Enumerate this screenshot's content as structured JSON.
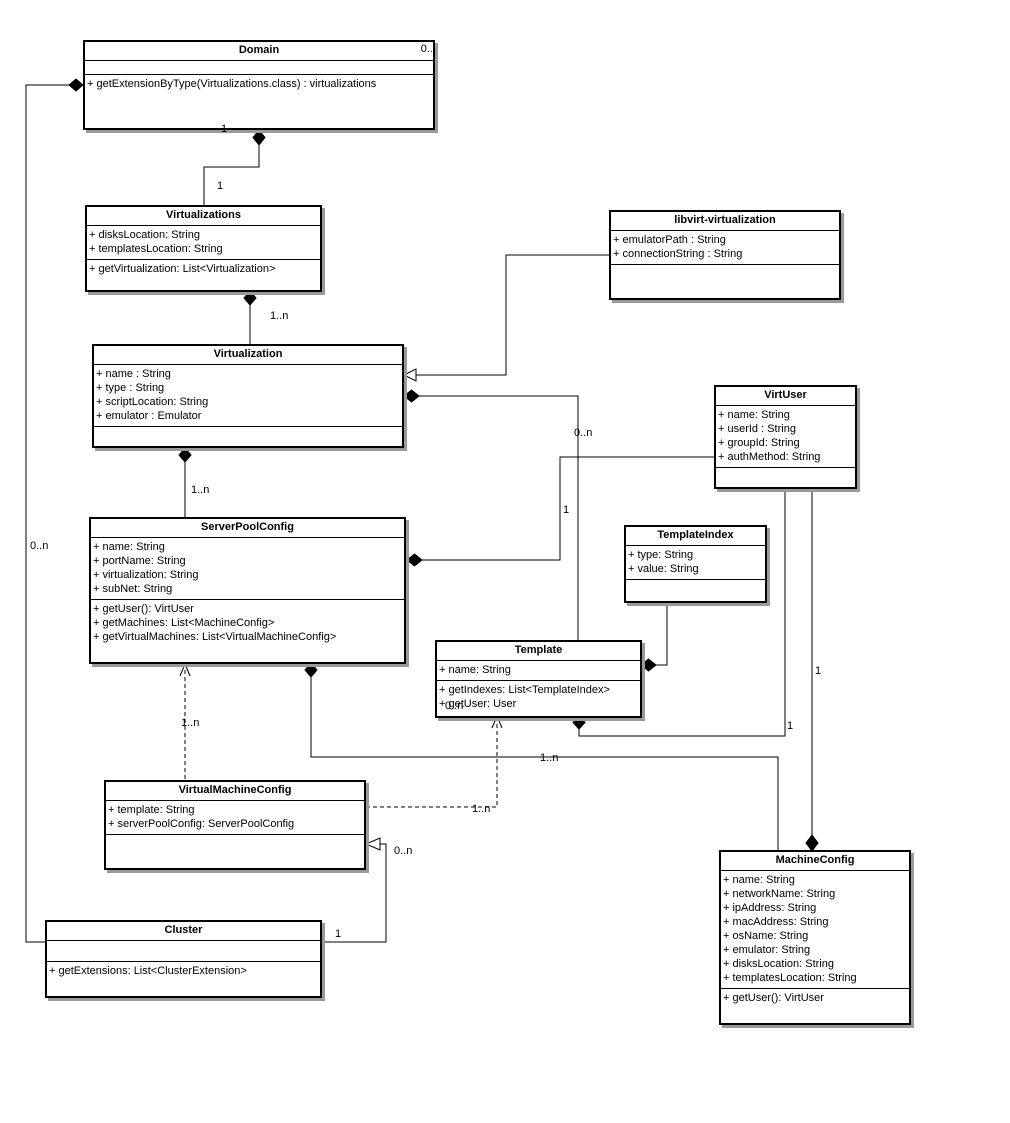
{
  "classes": {
    "domain": {
      "name": "Domain",
      "multiplicity": "0..",
      "attributes": [],
      "methods": [
        "+ getExtensionByType(Virtualizations.class) : virtualizations"
      ]
    },
    "virtualizations": {
      "name": "Virtualizations",
      "attributes": [
        "+ disksLocation: String",
        "+ templatesLocation: String"
      ],
      "methods": [
        "+ getVirtualization: List<Virtualization>"
      ]
    },
    "libvirt": {
      "name": "libvirt-virtualization",
      "attributes": [
        "+ emulatorPath : String",
        "+ connectionString : String"
      ],
      "methods": []
    },
    "virtualization": {
      "name": "Virtualization",
      "attributes": [
        "+ name : String",
        "+ type : String",
        "+ scriptLocation: String",
        "+ emulator : Emulator"
      ],
      "methods": []
    },
    "virtuser": {
      "name": "VirtUser",
      "attributes": [
        "+ name: String",
        "+ userId : String",
        "+ groupId: String",
        "+ authMethod: String"
      ],
      "methods": []
    },
    "serverpool": {
      "name": "ServerPoolConfig",
      "attributes": [
        "+ name: String",
        "+ portName: String",
        "+ virtualization: String",
        "+ subNet: String"
      ],
      "methods": [
        "+ getUser(): VirtUser",
        "+ getMachines: List<MachineConfig>",
        "+ getVirtualMachines: List<VirtualMachineConfig>"
      ]
    },
    "templateindex": {
      "name": "TemplateIndex",
      "attributes": [
        "+ type: String",
        "+ value: String"
      ],
      "methods": []
    },
    "template": {
      "name": "Template",
      "attributes": [
        "+ name: String"
      ],
      "methods": [
        "+ getIndexes: List<TemplateIndex>",
        "+ getUser: User"
      ]
    },
    "vmconfig": {
      "name": "VirtualMachineConfig",
      "attributes": [
        "+ template: String",
        "+ serverPoolConfig: ServerPoolConfig"
      ],
      "methods": []
    },
    "cluster": {
      "name": "Cluster",
      "attributes": [],
      "methods": [
        "+ getExtensions: List<ClusterExtension>"
      ]
    },
    "machineconfig": {
      "name": "MachineConfig",
      "attributes": [
        "+ name: String",
        "+ networkName: String",
        "+ ipAddress: String",
        "+ macAddress: String",
        "+ osName: String",
        "+ emulator: String",
        "+ disksLocation: String",
        "+ templatesLocation: String"
      ],
      "methods": [
        "+ getUser(): VirtUser"
      ]
    }
  },
  "multiplicities": {
    "domain_virt_domain_end": "1",
    "domain_virt_virt_end": "1",
    "virts_virt": "1..n",
    "virt_serverpool": "1..n",
    "virt_template": "0..n",
    "virtuser_serverpool": "1",
    "domain_cluster": "0..n",
    "serverpool_vmconfig": "1..n",
    "template_index": "0..n",
    "template_virtuser": "1",
    "vmconfig_template": "1..n",
    "serverpool_machine": "1..n",
    "virtuser_machine": "1",
    "vmconfig_cluster_top": "0..n",
    "vmconfig_cluster_bottom": "1"
  }
}
